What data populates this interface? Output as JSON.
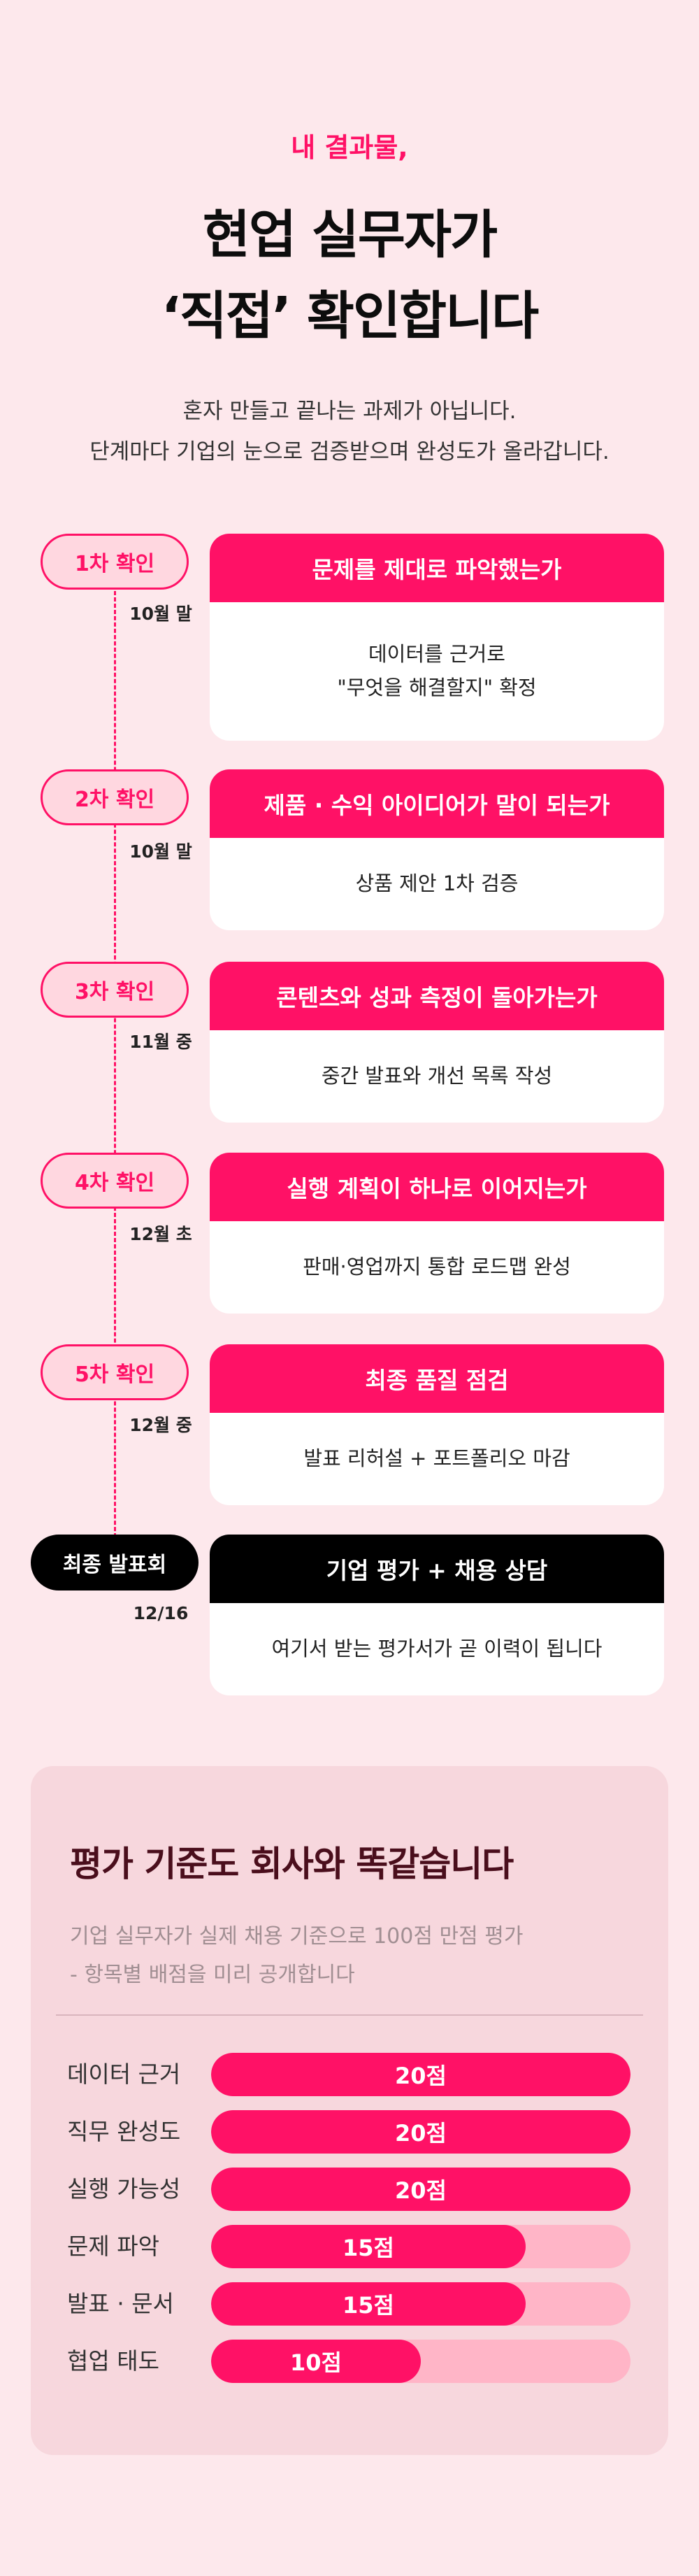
{
  "hero": {
    "eyebrow": "내 결과물,",
    "title_line1": "현업 실무자가",
    "title_line2": "‘직접’ 확인합니다",
    "subtitle_line1": "혼자 만들고 끝나는 과제가 아닙니다.",
    "subtitle_line2": "단계마다 기업의 눈으로 검증받으며 완성도가 올라갑니다."
  },
  "timeline": [
    {
      "stage": "1차 확인",
      "date": "10월 말",
      "heading": "문제를 제대로 파악했는가",
      "body_lines": [
        "데이터를 근거로",
        "\"무엇을 해결할지\" 확정"
      ]
    },
    {
      "stage": "2차 확인",
      "date": "10월 말",
      "heading": "제품 · 수익 아이디어가 말이 되는가",
      "body_lines": [
        "상품 제안 1차 검증"
      ]
    },
    {
      "stage": "3차 확인",
      "date": "11월 중",
      "heading": "콘텐츠와 성과 측정이 돌아가는가",
      "body_lines": [
        "중간 발표와 개선 목록 작성"
      ]
    },
    {
      "stage": "4차 확인",
      "date": "12월 초",
      "heading": "실행 계획이 하나로 이어지는가",
      "body_lines": [
        "판매·영업까지 통합 로드맵 완성"
      ]
    },
    {
      "stage": "5차 확인",
      "date": "12월 중",
      "heading": "최종 품질 점검",
      "body_lines": [
        "발표 리허설 + 포트폴리오 마감"
      ]
    },
    {
      "stage": "최종 발표회",
      "date": "12/16",
      "heading": "기업 평가 + 채용 상담",
      "body_lines": [
        "여기서 받는 평가서가 곧 이력이 됩니다"
      ]
    }
  ],
  "criteria": {
    "title": "평가 기준도 회사와 똑같습니다",
    "subtitle_line1": "기업 실무자가 실제 채용 기준으로 100점 만점 평가",
    "subtitle_line2": "- 항목별 배점을 미리 공개합니다",
    "max_points": 20,
    "items": [
      {
        "label": "데이터 근거",
        "points": 20,
        "value_label": "20점"
      },
      {
        "label": "직무 완성도",
        "points": 20,
        "value_label": "20점"
      },
      {
        "label": "실행 가능성",
        "points": 20,
        "value_label": "20점"
      },
      {
        "label": "문제 파악",
        "points": 15,
        "value_label": "15점"
      },
      {
        "label": "발표 · 문서",
        "points": 15,
        "value_label": "15점"
      },
      {
        "label": "협업 태도",
        "points": 10,
        "value_label": "10점"
      }
    ]
  },
  "colors": {
    "accent": "#ff1166",
    "page_bg": "#fde8ec",
    "panel_bg": "#f7d7dd",
    "track_bg": "#ffb5c7",
    "final_stage": "#000000"
  }
}
